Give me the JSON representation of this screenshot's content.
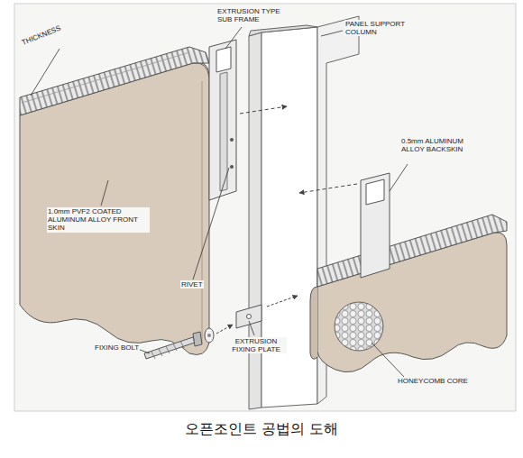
{
  "diagram": {
    "caption": "오픈조인트 공법의 도해",
    "labels": [
      "THICKNESS",
      "EXTRUSION TYPE SUB FRAME",
      "PANEL SUPPORT COLUMN",
      "0.5mm ALUMINUM ALLOY BACKSKIN",
      "1.0mm PVF2 COATED ALUMINUM ALLOY FRONT SKIN",
      "RIVET",
      "FIXING BOLT",
      "EXTRUSION FIXING PLATE",
      "HONEYCOMB CORE"
    ]
  }
}
